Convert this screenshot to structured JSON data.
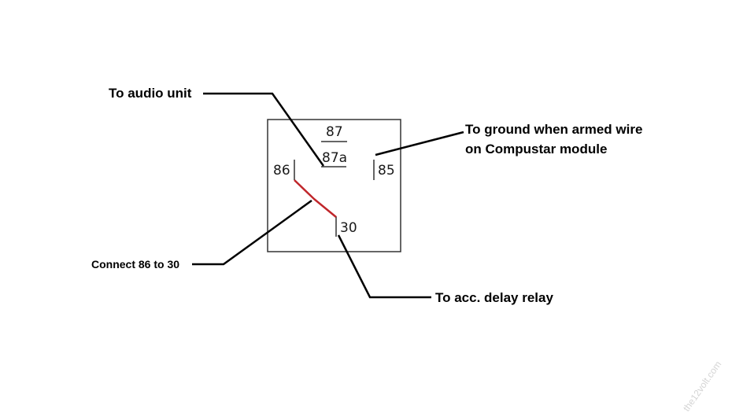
{
  "relay": {
    "pins": {
      "p87": "87",
      "p87a": "87a",
      "p86": "86",
      "p85": "85",
      "p30": "30"
    }
  },
  "callouts": {
    "audio": "To audio unit",
    "ground_line1": "To ground when armed wire",
    "ground_line2": "on Compustar module",
    "connect": "Connect 86 to 30",
    "acc": "To acc. delay relay"
  },
  "watermark": "the12volt.com",
  "colors": {
    "wire": "#000000",
    "jumper": "#c0262b",
    "relay_outline": "#333333"
  }
}
